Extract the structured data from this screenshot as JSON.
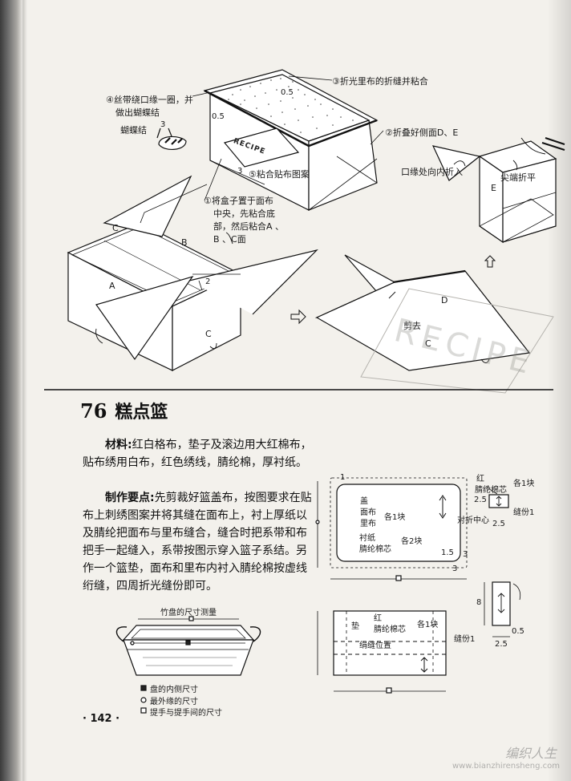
{
  "steps": {
    "step4": "④丝带绕口缘一圈，并",
    "step4b": "做出蝴蝶结",
    "bow_label": "蝴蝶结",
    "step3": "③折光里布的折缝并粘合",
    "step2": "②折叠好侧面D、E",
    "step5": "⑤粘合贴布图案",
    "step1a": "①将盒子置于面布",
    "step1b": "中央，先粘合底",
    "step1c": "部，然后粘合A 、",
    "step1d": "B 、C面",
    "inward": "口缘处向内折入",
    "tip_fold": "尖端折平",
    "cut": "剪去",
    "recipe": "RECIPE",
    "recipe_big": "RECIPE"
  },
  "marks": {
    "dim_05a": "0.5",
    "dim_05b": "0.5",
    "dim_3a": "3",
    "dim_3b": "3",
    "dim_2": "2",
    "face_A": "A",
    "face_B": "B",
    "face_C1": "C",
    "face_C2": "C",
    "face_C3": "C",
    "face_D": "D",
    "face_E": "E"
  },
  "section": {
    "number": "76",
    "title": "糕点篮",
    "materials_label": "材料:",
    "materials_text": "红白格布，垫子及滚边用大红棉布，贴布绣用白布，红色绣线，腈纶棉，厚衬纸。",
    "method_label": "制作要点:",
    "method_text": "先剪裁好篮盖布，按图要求在贴布上刺绣图案并将其缝在面布上，衬上厚纸以及腈纶把面布与里布缝合，缝合时把系带和布把手一起缝入，系带按图示穿入篮子系结。另作一个篮垫，面布和里布内衬入腈纶棉按虚线绗缝，四周折光缝份即可。"
  },
  "pattern": {
    "corner_1": "1",
    "lid": "盖",
    "face_cloth": "面布",
    "lining": "里布",
    "each_one": "各1块",
    "cardboard": "衬纸",
    "batting": "腈纶棉芯",
    "each_two": "各2块",
    "dim_15": "1.5",
    "dim_3": "3",
    "dim_3b": "3",
    "strap_red": "红",
    "strap_batting": "腈纶棉芯",
    "strap_each": "各1块",
    "seam1": "缝份1",
    "center_fold": "对折中心",
    "dim_25a": "2.5",
    "dim_25b": "2.5",
    "dim_8": "8",
    "dim_05": "0.5",
    "dim_25c": "2.5",
    "pad": "垫",
    "pad_red": "红",
    "pad_batting": "腈纶棉芯",
    "pad_each": "各1块",
    "quilt": "绢缝位置",
    "pad_seam": "缝份1"
  },
  "basket": {
    "title": "竹盘的尺寸测量",
    "legend1": "盘的内侧尺寸",
    "legend2": "最外缘的尺寸",
    "legend3": "提手与提手间的尺寸"
  },
  "page_number": "· 142 ·",
  "watermark": "编织人生",
  "watermark_url": "www.bianzhirensheng.com"
}
